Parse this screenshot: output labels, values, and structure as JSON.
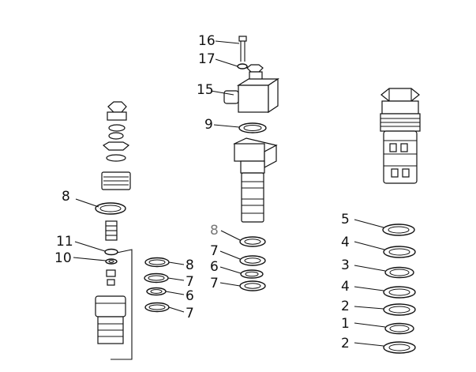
{
  "callouts": {
    "left": {
      "c8_top": "8",
      "c11": "11",
      "c10": "10",
      "c8_stack": "8",
      "c7_stack_a": "7",
      "c6_stack": "6",
      "c7_stack_b": "7"
    },
    "middle": {
      "c16": "16",
      "c17": "17",
      "c15": "15",
      "c9": "9",
      "c8": "8",
      "c7_a": "7",
      "c6": "6",
      "c7_b": "7"
    },
    "right": {
      "c5": "5",
      "c4_a": "4",
      "c3": "3",
      "c4_b": "4",
      "c2_a": "2",
      "c1": "1",
      "c2_b": "2"
    }
  }
}
